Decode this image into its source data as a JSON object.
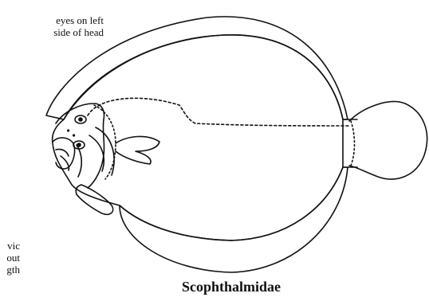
{
  "annotations": {
    "eyes": [
      "eyes on left",
      "side of head"
    ],
    "pelvic": [
      "vic",
      "out",
      "gth"
    ]
  },
  "caption": "Scophthalmidae",
  "colors": {
    "line": "#111111",
    "background": "#ffffff"
  },
  "icons": [
    "flatfish-illustration"
  ]
}
